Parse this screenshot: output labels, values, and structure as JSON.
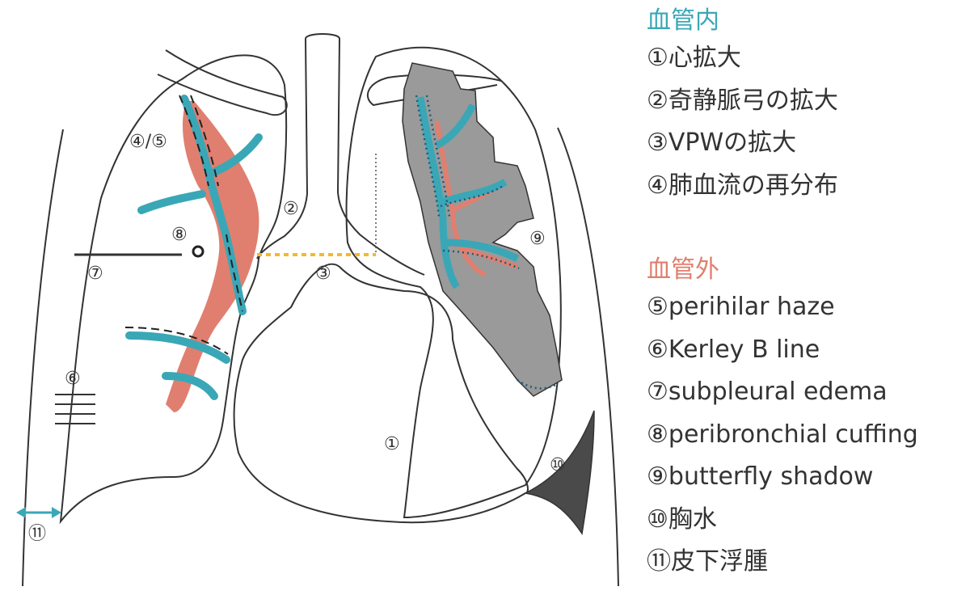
{
  "colors": {
    "intravascular": "#3aa7b7",
    "extravascular": "#e07f6f",
    "shadow": "#9a9a9a",
    "effusion": "#4a4a4a",
    "line": "#333333",
    "dashed_line": "#f2b92d"
  },
  "legend": {
    "intravascular_heading": "血管内",
    "intravascular_items": [
      "①心拡大",
      "②奇静脈弓の拡大",
      "③VPWの拡大",
      "④肺血流の再分布"
    ],
    "extravascular_heading": "血管外",
    "extravascular_items": [
      "⑤perihilar haze",
      "⑥Kerley B line",
      "⑦subpleural edema",
      "⑧peribronchial cuffing",
      "⑨butterfly shadow",
      "⑩胸水",
      "⑪皮下浮腫"
    ]
  },
  "markers": {
    "m1": "①",
    "m2": "②",
    "m3": "③",
    "m4_5": "④/⑤",
    "m6": "⑥",
    "m7": "⑦",
    "m8": "⑧",
    "m9": "⑨",
    "m10": "⑩",
    "m11": "⑪"
  }
}
